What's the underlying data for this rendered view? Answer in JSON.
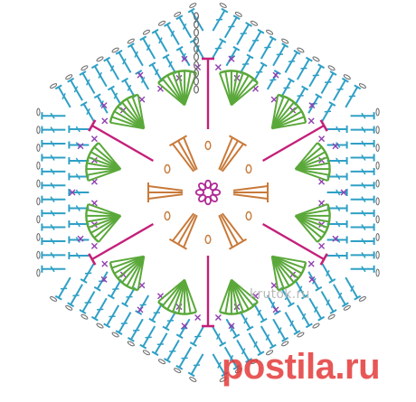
{
  "diagram": {
    "type": "crochet-hexagon-motif-chart",
    "rounds": 7,
    "sides": 6,
    "colors": {
      "center_ring": "#b02a96",
      "round2_stitches": "#c87a3a",
      "shells": "#5aa83a",
      "spikes": "#c4207a",
      "chains": "#8f3fb0",
      "outer_rounds": "#2fa0c6",
      "chain_loops": "#6a6a6a"
    },
    "stitch_names": [
      "chain-loop",
      "treble-cluster",
      "double-crochet",
      "shell",
      "spike-stitch",
      "single-crochet",
      "chain"
    ]
  },
  "watermarks": {
    "site": "krutok.ru",
    "brand": "postila.ru"
  }
}
